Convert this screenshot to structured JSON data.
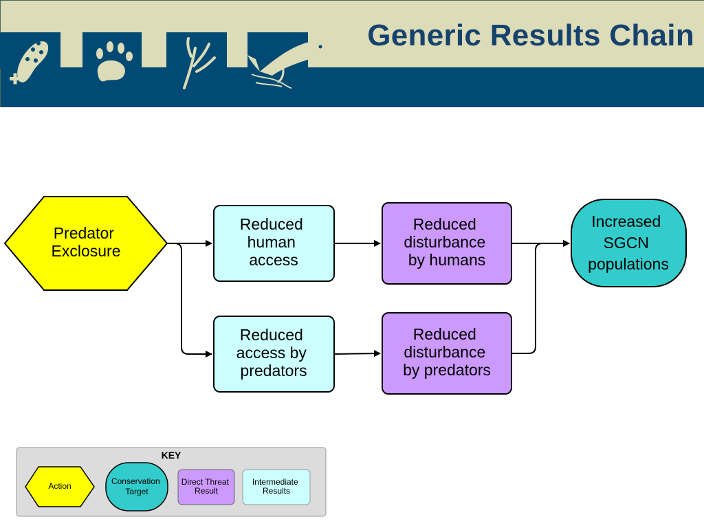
{
  "title": "Generic Results Chain",
  "colors": {
    "header_bar": "#004a73",
    "header_band": "#dcdcb9",
    "action": "#ffff00",
    "conservation_target": "#33cccc",
    "direct_threat_result": "#cc99ff",
    "intermediate_result": "#ccffff",
    "key_background": "#dcdcdc"
  },
  "header_icons": [
    "footprint-icon",
    "paw-print-icon",
    "plant-icon",
    "fish-icon"
  ],
  "nodes": {
    "predator_exclosure": [
      "Predator",
      "Exclosure"
    ],
    "reduced_human_access": [
      "Reduced",
      "human",
      "access"
    ],
    "reduced_access_by_predators": [
      "Reduced",
      "access by",
      "predators"
    ],
    "reduced_disturbance_by_humans": [
      "Reduced",
      "disturbance",
      "by humans"
    ],
    "reduced_disturbance_by_predators": [
      "Reduced",
      "disturbance",
      "by predators"
    ],
    "increased_sgcn_populations": [
      "Increased",
      "SGCN",
      "populations"
    ]
  },
  "key": {
    "title": "KEY",
    "action": "Action",
    "conservation_target": [
      "Conservation",
      "Target"
    ],
    "direct_threat_result": [
      "Direct Threat",
      "Result"
    ],
    "intermediate_results": [
      "Intermediate",
      "Results"
    ]
  }
}
